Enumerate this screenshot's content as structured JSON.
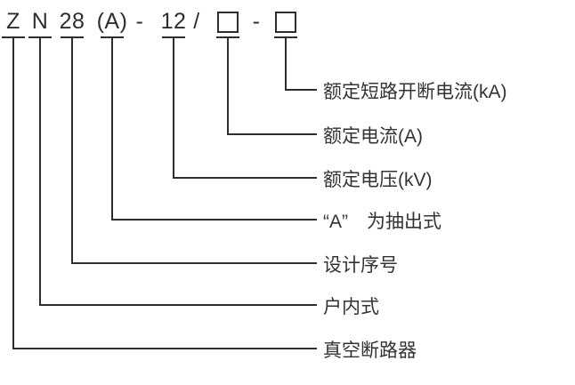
{
  "colors": {
    "background": "#ffffff",
    "line": "#2e2e2e",
    "text": "#333333"
  },
  "model_code": {
    "tokens": [
      {
        "text": "Z"
      },
      {
        "text": "N"
      },
      {
        "text": "28"
      },
      {
        "text": "(A)"
      },
      {
        "text": "-"
      },
      {
        "text": "12"
      },
      {
        "text": "/"
      },
      {
        "type": "box"
      },
      {
        "text": "-"
      },
      {
        "type": "box"
      }
    ]
  },
  "labels": [
    {
      "text": "额定短路开断电流(kA)"
    },
    {
      "text": "额定电流(A)"
    },
    {
      "text": "额定电压(kV)"
    },
    {
      "text": "“A”　为抽出式"
    },
    {
      "text": "设计序号"
    },
    {
      "text": "户内式"
    },
    {
      "text": "真空断路器"
    }
  ]
}
